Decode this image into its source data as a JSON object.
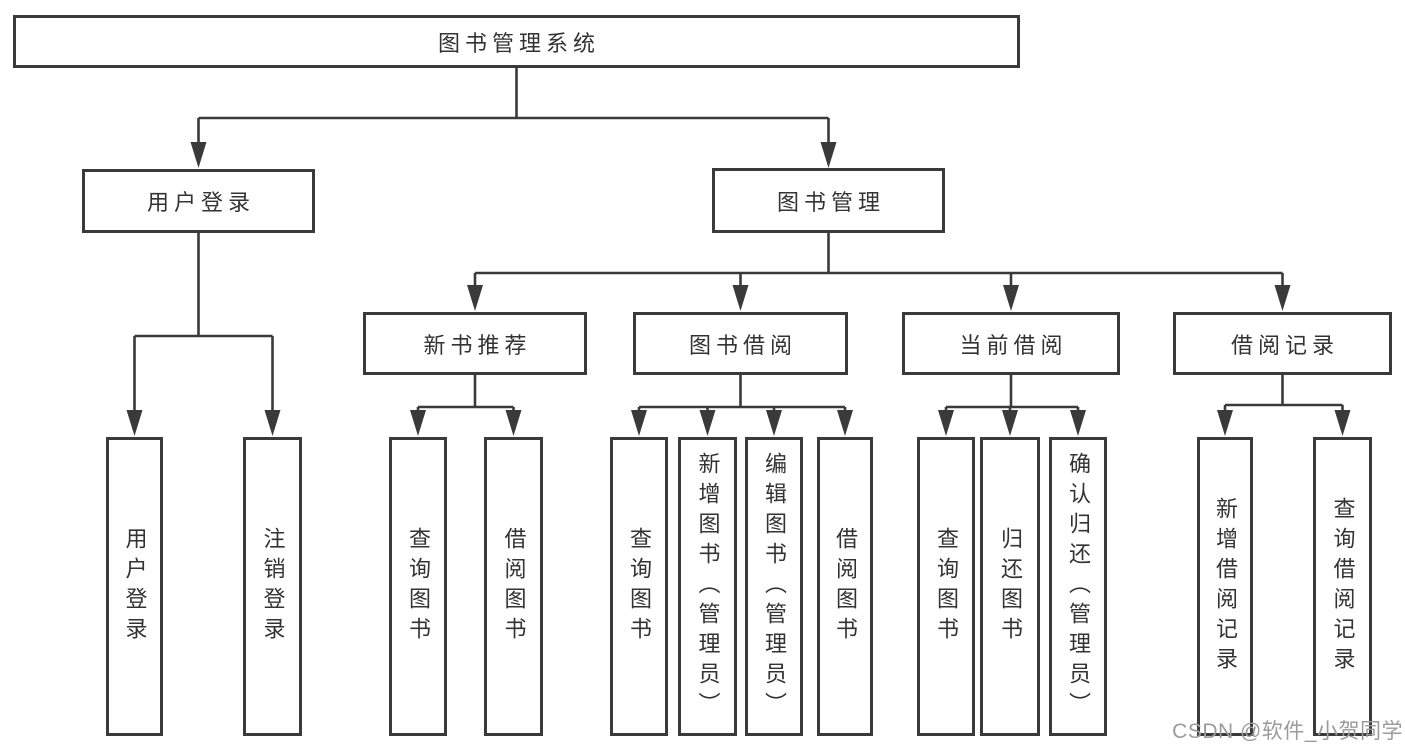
{
  "diagram": {
    "root": {
      "label": "图书管理系统"
    },
    "branches": [
      {
        "label": "用户登录",
        "children": [
          {
            "label": "用户登录"
          },
          {
            "label": "注销登录"
          }
        ]
      },
      {
        "label": "图书管理",
        "children": [
          {
            "label": "新书推荐",
            "children": [
              {
                "label": "查询图书"
              },
              {
                "label": "借阅图书"
              }
            ]
          },
          {
            "label": "图书借阅",
            "children": [
              {
                "label": "查询图书"
              },
              {
                "label": "新增图书（管理员）"
              },
              {
                "label": "编辑图书（管理员）"
              },
              {
                "label": "借阅图书"
              }
            ]
          },
          {
            "label": "当前借阅",
            "children": [
              {
                "label": "查询图书"
              },
              {
                "label": "归还图书"
              },
              {
                "label": "确认归还（管理员）"
              }
            ]
          },
          {
            "label": "借阅记录",
            "children": [
              {
                "label": "新增借阅记录"
              },
              {
                "label": "查询借阅记录"
              }
            ]
          }
        ]
      }
    ]
  },
  "watermark": {
    "text": "CSDN @软件_小贺同学"
  },
  "colors": {
    "line": "#3a3a3a",
    "text": "#333333",
    "watermark": "#9b9b9b",
    "background": "#ffffff"
  }
}
